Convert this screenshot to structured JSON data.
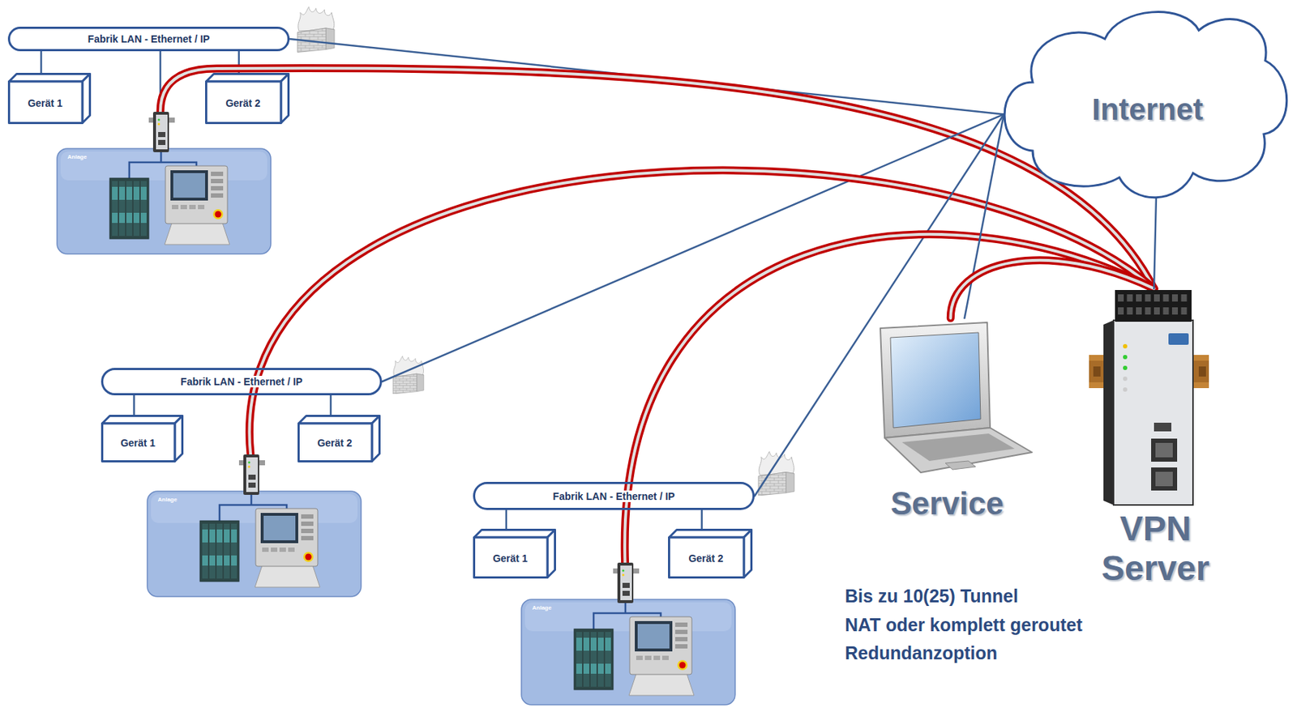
{
  "diagram": {
    "nodes": [
      {
        "text": [
          "Fabrik LAN - Ethernet / IP"
        ]
      },
      {
        "text": [
          "Gerät 1"
        ]
      },
      {
        "text": [
          "Gerät 2"
        ]
      },
      {
        "text": [
          "Anlage"
        ]
      },
      {
        "text": [
          "Fabrik LAN - Ethernet / IP"
        ]
      },
      {
        "text": [
          "Gerät 1"
        ]
      },
      {
        "text": [
          "Gerät 2"
        ]
      },
      {
        "text": [
          "Anlage"
        ]
      },
      {
        "text": [
          "Fabrik LAN - Ethernet / IP"
        ]
      },
      {
        "text": [
          "Gerät 1"
        ]
      },
      {
        "text": [
          "Gerät 2"
        ]
      },
      {
        "text": [
          "Anlage"
        ]
      },
      {
        "text": [
          "Internet"
        ]
      },
      {
        "text": [
          "Service"
        ]
      },
      {
        "text": [
          "VPN Server"
        ]
      }
    ],
    "edges": [
      {
        "from": 0,
        "to": 1,
        "arrow": "none"
      },
      {
        "from": 0,
        "to": 2,
        "arrow": "none"
      },
      {
        "from": 0,
        "to": 3,
        "arrow": "none"
      },
      {
        "from": 0,
        "to": 12,
        "arrow": "none"
      },
      {
        "from": 3,
        "to": 14,
        "arrow": "none"
      },
      {
        "from": 4,
        "to": 5,
        "arrow": "none"
      },
      {
        "from": 4,
        "to": 6,
        "arrow": "none"
      },
      {
        "from": 4,
        "to": 7,
        "arrow": "none"
      },
      {
        "from": 4,
        "to": 12,
        "arrow": "none"
      },
      {
        "from": 7,
        "to": 14,
        "arrow": "none"
      },
      {
        "from": 8,
        "to": 9,
        "arrow": "none"
      },
      {
        "from": 8,
        "to": 10,
        "arrow": "none"
      },
      {
        "from": 8,
        "to": 11,
        "arrow": "none"
      },
      {
        "from": 8,
        "to": 12,
        "arrow": "none"
      },
      {
        "from": 11,
        "to": 14,
        "arrow": "none"
      },
      {
        "from": 13,
        "to": 12,
        "arrow": "none"
      },
      {
        "from": 13,
        "to": 14,
        "arrow": "none"
      },
      {
        "from": 12,
        "to": 14,
        "arrow": "none"
      }
    ],
    "labels": [
      "Bis zu 10(25) Tunnel",
      "NAT oder komplett geroutet",
      "Redundanzoption"
    ]
  }
}
